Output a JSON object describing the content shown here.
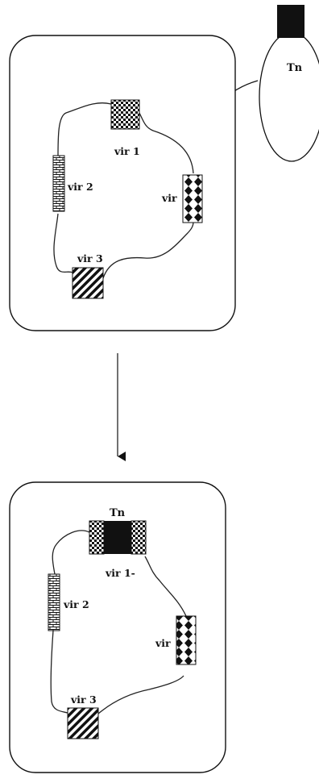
{
  "colors": {
    "ink": "#111111",
    "background": "#ffffff"
  },
  "transposon": {
    "label": "Tn"
  },
  "before": {
    "labels": {
      "vir1": "vir 1",
      "vir2": "vir 2",
      "vir_side": "vir",
      "vir3": "vir 3"
    }
  },
  "after": {
    "labels": {
      "tn": "Tn",
      "vir1": "vir 1-",
      "vir2": "vir 2",
      "vir_side": "vir",
      "vir3": "vir 3"
    }
  }
}
